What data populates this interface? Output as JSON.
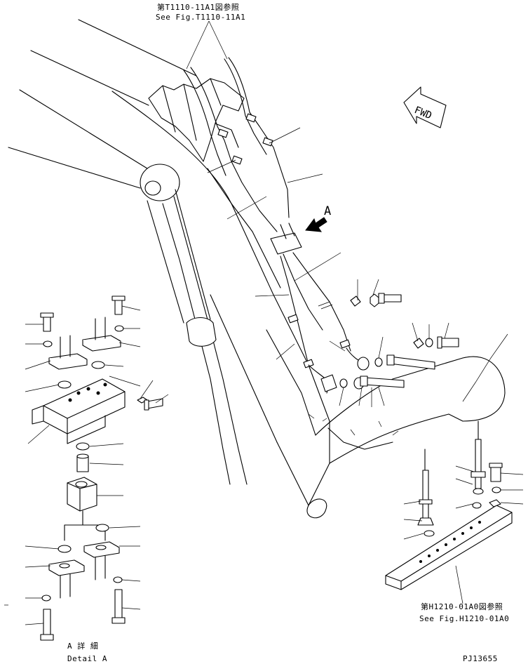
{
  "references": {
    "top_jp": "第T1110-11A1図参照",
    "top_en": "See Fig.T1110-11A1",
    "bottom_jp": "第H1210-01A0図参照",
    "bottom_en": "See Fig.H1210-01A0"
  },
  "detail": {
    "jp": "A 詳 細",
    "en": "Detail A"
  },
  "view_marker": "A",
  "forward_arrow": "FWD",
  "drawing_number": "PJ13655",
  "icons": [
    "forward-arrow-icon",
    "view-arrow-icon"
  ]
}
